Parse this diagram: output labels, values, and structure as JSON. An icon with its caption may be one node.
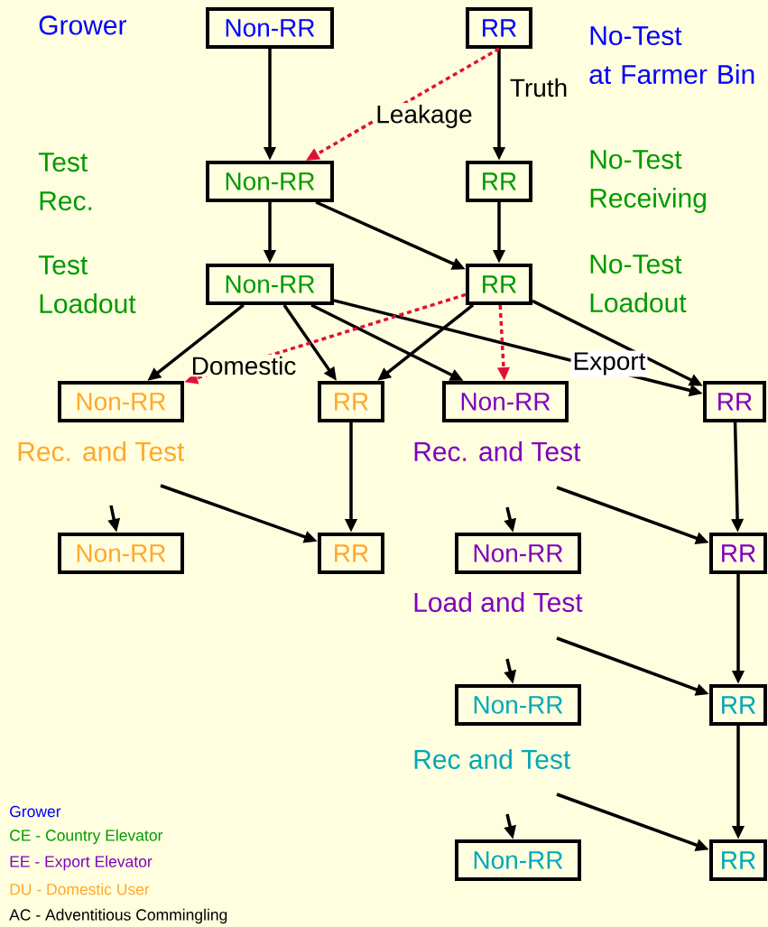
{
  "diagram": {
    "nodes": [
      {
        "text": [
          "Non-RR"
        ]
      },
      {
        "text": [
          "RR"
        ]
      },
      {
        "text": [
          "Non-RR"
        ]
      },
      {
        "text": [
          "RR"
        ]
      },
      {
        "text": [
          "Non-RR"
        ]
      },
      {
        "text": [
          "RR"
        ]
      },
      {
        "text": [
          "Non-RR"
        ]
      },
      {
        "text": [
          "RR"
        ]
      },
      {
        "text": [
          "Non-RR"
        ]
      },
      {
        "text": [
          "RR"
        ]
      },
      {
        "text": [
          "Non-RR"
        ]
      },
      {
        "text": [
          "RR"
        ]
      },
      {
        "text": [
          "Non-RR"
        ]
      },
      {
        "text": [
          "RR"
        ]
      },
      {
        "text": [
          "Non-RR"
        ]
      },
      {
        "text": [
          "RR"
        ]
      },
      {
        "text": [
          "Non-RR"
        ]
      },
      {
        "text": [
          "RR"
        ]
      }
    ],
    "edges": [
      {
        "from": 0,
        "to": 2,
        "arrow": "to"
      },
      {
        "from": 1,
        "to": 3,
        "arrow": "to",
        "label": "Truth"
      },
      {
        "from": 1,
        "to": 2,
        "arrow": "to",
        "label": "Leakage",
        "style": "dashed",
        "color": "#e0103a"
      },
      {
        "from": 2,
        "to": 4,
        "arrow": "to"
      },
      {
        "from": 2,
        "to": 5,
        "arrow": "to"
      },
      {
        "from": 3,
        "to": 5,
        "arrow": "to"
      },
      {
        "from": 4,
        "to": 6,
        "arrow": "to"
      },
      {
        "from": 4,
        "to": 7,
        "arrow": "to"
      },
      {
        "from": 4,
        "to": 8,
        "arrow": "to"
      },
      {
        "from": 4,
        "to": 9,
        "arrow": "to",
        "label": "Export"
      },
      {
        "from": 5,
        "to": 6,
        "arrow": "to",
        "label": "Domestic",
        "style": "dashed",
        "color": "#e0103a"
      },
      {
        "from": 5,
        "to": 7,
        "arrow": "to"
      },
      {
        "from": 5,
        "to": 8,
        "arrow": "to",
        "style": "dashed",
        "color": "#e0103a"
      },
      {
        "from": 5,
        "to": 9,
        "arrow": "to"
      },
      {
        "from": null,
        "to": 10,
        "arrow": "to"
      },
      {
        "from": null,
        "to": 11,
        "arrow": "to"
      },
      {
        "from": 7,
        "to": 11,
        "arrow": "to"
      },
      {
        "from": null,
        "to": 12,
        "arrow": "to"
      },
      {
        "from": null,
        "to": 13,
        "arrow": "to"
      },
      {
        "from": 9,
        "to": 13,
        "arrow": "to"
      },
      {
        "from": null,
        "to": 14,
        "arrow": "to"
      },
      {
        "from": null,
        "to": 15,
        "arrow": "to"
      },
      {
        "from": 13,
        "to": 15,
        "arrow": "to"
      },
      {
        "from": null,
        "to": 16,
        "arrow": "to"
      },
      {
        "from": null,
        "to": 17,
        "arrow": "to"
      },
      {
        "from": 15,
        "to": 17,
        "arrow": "to"
      }
    ],
    "labels": [
      "Grower",
      "No-Test at Farmer Bin",
      "Test Rec.",
      "No-Test Receiving",
      "Test Loadout",
      "No-Test Loadout",
      "Rec. and Test",
      "Rec. and Test",
      "Load and Test",
      "Rec and Test"
    ],
    "legend": [
      {
        "text": "Grower"
      },
      {
        "text": "CE - Country Elevator"
      },
      {
        "text": "EE - Export Elevator"
      },
      {
        "text": "DU - Domestic User"
      },
      {
        "text": "AC - Adventitious Commingling"
      }
    ]
  }
}
